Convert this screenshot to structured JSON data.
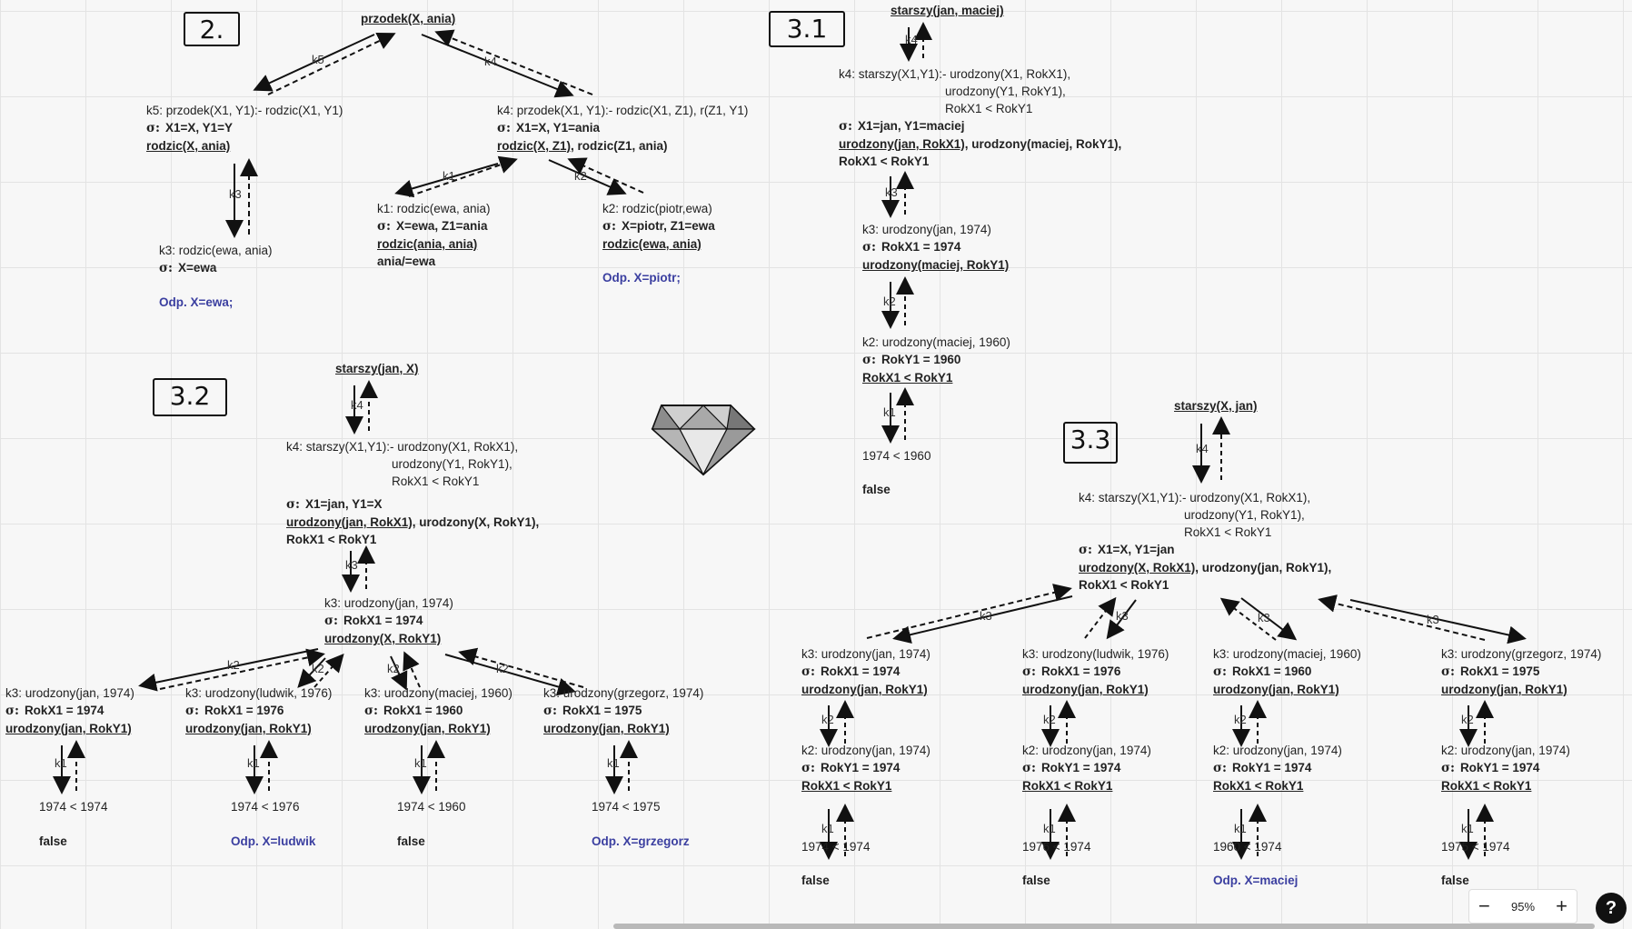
{
  "section_labels": {
    "s2": "2.",
    "s31": "3.1",
    "s32": "3.2",
    "s33": "3.3"
  },
  "edge_labels": {
    "k1": "k1",
    "k2": "k2",
    "k3": "k3",
    "k4": "k4",
    "k5": "k5"
  },
  "s2": {
    "root": "przodek(X, ania)",
    "left": {
      "l1": "k5: przodek(X1, Y1):- rodzic(X1,  Y1)",
      "sig": "X1=X, Y1=Y",
      "goal": "rodzic(X, ania)"
    },
    "left_child": {
      "l1": "k3: rodzic(ewa, ania)",
      "sig": "X=ewa",
      "ans": "Odp. X=ewa;"
    },
    "right": {
      "l1": "k4: przodek(X1, Y1):- rodzic(X1, Z1), r(Z1, Y1)",
      "sig": "X1=X, Y1=ania",
      "goal_u": "rodzic(X, Z1)",
      "goal_rest": ", rodzic(Z1, ania)"
    },
    "rc1": {
      "l1": "k1: rodzic(ewa, ania)",
      "sig": "X=ewa, Z1=ania",
      "goal": "rodzic(ania, ania)",
      "extra": "ania/=ewa"
    },
    "rc2": {
      "l1": "k2: rodzic(piotr,ewa)",
      "sig": "X=piotr, Z1=ewa",
      "goal": "rodzic(ewa, ania)",
      "ans": "Odp. X=piotr;"
    }
  },
  "s31": {
    "root": "starszy(jan, maciej)",
    "rule": {
      "l1": "k4: starszy(X1,Y1):- urodzony(X1, RokX1),",
      "l2": "urodzony(Y1, RokY1),",
      "l3": "RokX1 < RokY1"
    },
    "sig": "X1=jan, Y1=maciej",
    "goal_u": "urodzony(jan, RokX1),",
    "goal_rest": " urodzony(maciej, RokY1),",
    "goal_l2": "RokX1 < RokY1",
    "n2": {
      "l1": "k3: urodzony(jan, 1974)",
      "sig": "RokX1 = 1974",
      "goal": "urodzony(maciej, RokY1)"
    },
    "n3": {
      "l1": "k2: urodzony(maciej, 1960)",
      "sig": "RokY1 = 1960",
      "goal": "RokX1 < RokY1"
    },
    "n4": {
      "cmp": "1974 < 1960",
      "res": "false"
    }
  },
  "s32": {
    "root": "starszy(jan, X)",
    "rule": {
      "l1": "k4: starszy(X1,Y1):- urodzony(X1, RokX1),",
      "l2": "urodzony(Y1, RokY1),",
      "l3": "RokX1 < RokY1"
    },
    "sig": "X1=jan, Y1=X",
    "goal_u": "urodzony(jan, RokX1),",
    "goal_rest": " urodzony(X, RokY1),",
    "goal_l2": "RokX1 < RokY1",
    "n2": {
      "l1": "k3: urodzony(jan, 1974)",
      "sig": "RokX1 = 1974",
      "goal": "urodzony(X, RokY1)"
    },
    "leaves": [
      {
        "l1": "k3: urodzony(jan, 1974)",
        "sig": "RokX1 = 1974",
        "goal": "urodzony(jan, RokY1)",
        "cmp": "1974 < 1974",
        "res": "false",
        "ans": false
      },
      {
        "l1": "k3: urodzony(ludwik, 1976)",
        "sig": "RokX1 = 1976",
        "goal": "urodzony(jan, RokY1)",
        "cmp": "1974 < 1976",
        "res": "Odp. X=ludwik",
        "ans": true
      },
      {
        "l1": "k3: urodzony(maciej, 1960)",
        "sig": "RokX1 = 1960",
        "goal": "urodzony(jan, RokY1)",
        "cmp": "1974 < 1960",
        "res": "false",
        "ans": false
      },
      {
        "l1": "k3: urodzony(grzegorz, 1974)",
        "sig": "RokX1 = 1975",
        "goal": "urodzony(jan, RokY1)",
        "cmp": "1974 < 1975",
        "res": "Odp. X=grzegorz",
        "ans": true
      }
    ]
  },
  "s33": {
    "root": "starszy(X, jan)",
    "rule": {
      "l1": "k4: starszy(X1,Y1):- urodzony(X1, RokX1),",
      "l2": "urodzony(Y1, RokY1),",
      "l3": "RokX1 < RokY1"
    },
    "sig": "X1=X, Y1=jan",
    "goal_u": "urodzony(X, RokX1),",
    "goal_rest": " urodzony(jan, RokY1),",
    "goal_l2": "RokX1 < RokY1",
    "leaves": [
      {
        "l1": "k3: urodzony(jan, 1974)",
        "sig": "RokX1 = 1974",
        "goal": "urodzony(jan, RokY1)",
        "l2": "k2: urodzony(jan, 1974)",
        "sig2": "RokY1 = 1974",
        "goal2": "RokX1 < RokY1",
        "cmp": "1974 < 1974",
        "res": "false"
      },
      {
        "l1": "k3: urodzony(ludwik, 1976)",
        "sig": "RokX1 = 1976",
        "goal": "urodzony(jan, RokY1)",
        "l2": "k2: urodzony(jan, 1974)",
        "sig2": "RokY1 = 1974",
        "goal2": "RokX1 < RokY1",
        "cmp": "1976 < 1974",
        "res": "false"
      },
      {
        "l1": "k3: urodzony(maciej, 1960)",
        "sig": "RokX1 = 1960",
        "goal": "urodzony(jan, RokY1)",
        "l2": "k2: urodzony(jan, 1974)",
        "sig2": "RokY1 = 1974",
        "goal2": "RokX1 < RokY1",
        "cmp": "1960 < 1974",
        "res": "Odp. X=maciej"
      },
      {
        "l1": "k3: urodzony(grzegorz, 1974)",
        "sig": "RokX1 = 1975",
        "goal": "urodzony(jan, RokY1)",
        "l2": "k2: urodzony(jan, 1974)",
        "sig2": "RokY1 = 1974",
        "goal2": "RokX1 < RokY1",
        "cmp": "1975 < 1974",
        "res": "false"
      }
    ]
  },
  "sigma": "σ:",
  "toolbar": {
    "minus": "−",
    "zoom": "95%",
    "plus": "+",
    "help": "?"
  }
}
